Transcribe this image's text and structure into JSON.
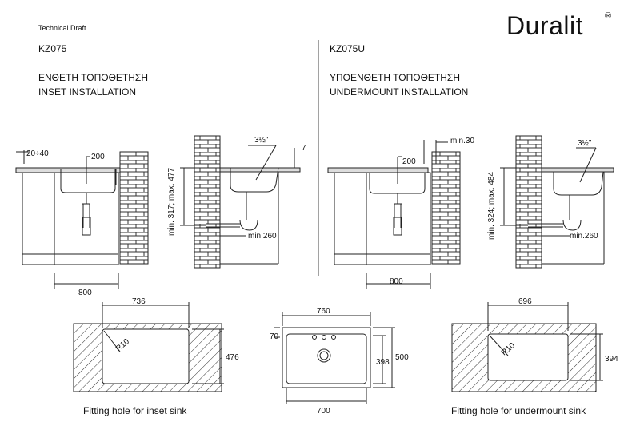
{
  "header": {
    "doc_type": "Technical Draft",
    "brand": "Duralit",
    "registered": "®"
  },
  "left": {
    "model": "KZ075",
    "title_gr": "ΕΝΘΕΤΗ ΤΟΠΟΘΕΤΗΣΗ",
    "title_en": "INSET INSTALLATION",
    "dim_edge": "20÷40",
    "dim_bowl": "200",
    "dim_cabinet": "800",
    "dim_height": "min. 317; max. 477",
    "dim_pipe": "3½\"",
    "dim_top": "7",
    "dim_outlet": "min.260"
  },
  "right": {
    "model": "KZ075U",
    "title_gr": "ΥΠΟΕΝΘΕΤΗ ΤΟΠΟΘΕΤΗΣΗ",
    "title_en": "UNDERMOUNT INSTALLATION",
    "dim_edge": "min.30",
    "dim_bowl": "200",
    "dim_cabinet": "800",
    "dim_height": "min. 324; max. 484",
    "dim_pipe": "3½\"",
    "dim_outlet": "min.260"
  },
  "cutouts": {
    "inset": {
      "width": "736",
      "height": "476",
      "radius": "R10",
      "caption": "Fitting hole for inset sink"
    },
    "sink": {
      "width_top": "760",
      "width_bottom": "700",
      "height": "500",
      "inner_height": "398",
      "edge": "70"
    },
    "undermount": {
      "width": "696",
      "height": "394",
      "radius": "R10",
      "caption": "Fitting hole for undermount sink"
    }
  }
}
